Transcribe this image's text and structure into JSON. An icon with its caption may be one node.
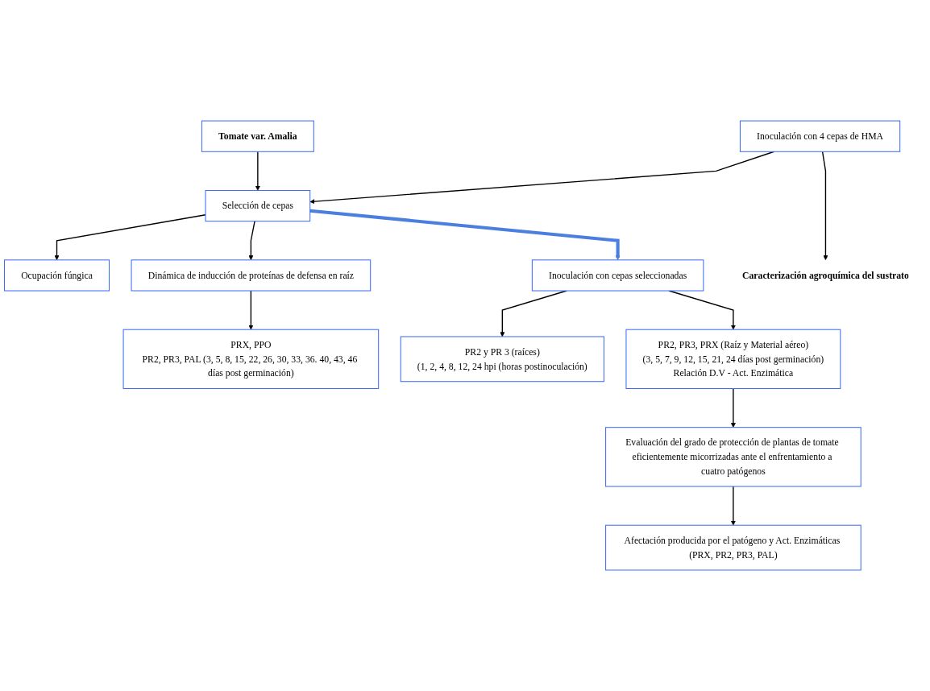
{
  "diagram": {
    "nodes": [
      {
        "text": [
          "Tomate var. Amalia"
        ]
      },
      {
        "text": [
          "Caracterización agroquímica del sustrato"
        ]
      },
      {
        "text": [
          "Inoculación con 4 cepas de HMA"
        ]
      },
      {
        "text": [
          "Ocupación fúngica"
        ]
      },
      {
        "text": [
          "Selección de cepas"
        ]
      },
      {
        "text": [
          "Dinámica de inducción de proteínas de defensa en raíz"
        ]
      },
      {
        "text": [
          "PRX, PPO",
          "PR2, PR3, PAL (3, 5, 8, 15, 22, 26, 30, 33, 36. 40, 43, 46 días post germinación)"
        ]
      },
      {
        "text": [
          "Inoculación con cepas seleccionadas"
        ]
      },
      {
        "text": [
          "PR2 y PR 3 (raíces)",
          "(1, 2, 4, 8, 12, 24 hpi (horas postinoculación)"
        ]
      },
      {
        "text": [
          "Evaluación del grado de protección de plantas de tomate eficientemente micorrizadas ante el enfrentamiento a cuatro patógenos"
        ]
      },
      {
        "text": [
          "PR2, PR3, PRX (Raíz y Material aéreo)",
          "(3, 5, 7, 9, 12, 15, 21, 24 días post germinación)",
          "Relación D.V - Act. Enzimática"
        ]
      },
      {
        "text": [
          "Afectación producida por el patógeno y Act. Enzimáticas (PRX, PR2, PR3, PAL)"
        ]
      }
    ],
    "edges": [
      {
        "from": 0,
        "to": 4,
        "arrow": "to"
      },
      {
        "from": 2,
        "to": 4,
        "arrow": "to"
      },
      {
        "from": 2,
        "to": 1,
        "arrow": "to"
      },
      {
        "from": 4,
        "to": 3,
        "arrow": "to"
      },
      {
        "from": 4,
        "to": 5,
        "arrow": "to"
      },
      {
        "from": 5,
        "to": 6,
        "arrow": "to"
      },
      {
        "from": 4,
        "to": 7,
        "arrow": "to",
        "style": "thick",
        "color": "#4a7fe0"
      },
      {
        "from": 7,
        "to": 8,
        "arrow": "to"
      },
      {
        "from": 7,
        "to": 10,
        "arrow": "to"
      },
      {
        "from": 10,
        "to": 9,
        "arrow": "to"
      },
      {
        "from": 9,
        "to": 11,
        "arrow": "to"
      }
    ]
  }
}
